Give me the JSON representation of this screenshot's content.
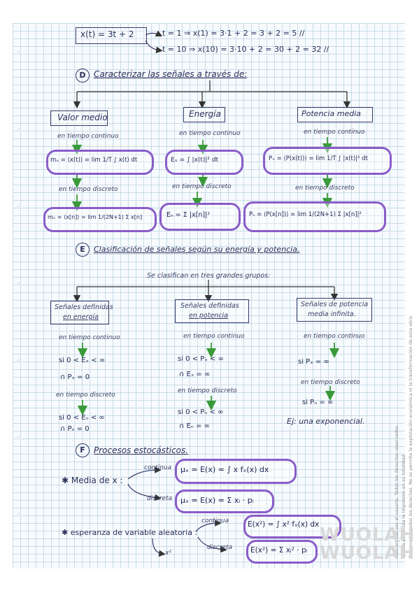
{
  "top": {
    "formula": "x(t) = 3t + 2",
    "case1": "t = 1 ⇒ x(1) = 3·1 + 2 = 3 + 2 = 5 //",
    "case2": "t = 10 ⇒ x(10) = 3·10 + 2 = 30 + 2 = 32 //"
  },
  "sectionD": {
    "letter": "D",
    "title": "Caracterizar las señales a través de:",
    "col1": {
      "label": "Valor medio",
      "cont": "en tiempo continuo",
      "eq_cont": "mₓ = ⟨x(t)⟩ = lim 1/T ∫ x(t) dt",
      "disc": "en tiempo discreto",
      "eq_disc": "mₓ = ⟨x[n]⟩ = lim 1/(2N+1) Σ x[n]"
    },
    "col2": {
      "label": "Energía",
      "cont": "en tiempo continuo",
      "eq_cont": "Eₓ = ∫ |x(t)|² dt",
      "disc": "en tiempo discreto",
      "eq_disc": "Eₙ = Σ |x[n]|²"
    },
    "col3": {
      "label": "Potencia media",
      "cont": "en tiempo continuo",
      "eq_cont": "Pₓ = ⟨P(x(t))⟩ = lim 1/T ∫ |x(t)|² dt",
      "disc": "en tiempo discreto",
      "eq_disc": "Pₙ = ⟨P(x[n])⟩ = lim 1/(2N+1) Σ |x[n]|²"
    }
  },
  "sectionE": {
    "letter": "E",
    "title": "Clasificación de señales según su energía y potencia.",
    "intro": "Se clasifican en tres grandes grupos:",
    "col1": {
      "label1": "Señales definidas",
      "label2": "en energía",
      "cont": "en tiempo continuo",
      "c1": "si 0 < Eₓ < ∞",
      "c2": "∩ Pₓ = 0",
      "disc": "en tiempo discreto",
      "c3": "si 0 < Eₙ < ∞",
      "c4": "∩ Pₙ = 0"
    },
    "col2": {
      "label1": "Señales definidas",
      "label2": "en potencia",
      "cont": "en tiempo continuo",
      "c1": "si 0 < Pₓ < ∞",
      "c2": "∩ Eₓ = ∞",
      "disc": "en tiempo discreto",
      "c3": "si 0 < Pₙ < ∞",
      "c4": "∩ Eₙ = ∞"
    },
    "col3": {
      "label1": "Señales de potencia",
      "label2": "media infinita.",
      "cont": "en tiempo continuo",
      "c1": "si Pₓ = ∞",
      "disc": "en tiempo discreto",
      "c2": "si Pₙ = ∞",
      "example": "Ej: una exponencial."
    }
  },
  "sectionF": {
    "letter": "F",
    "title": "Procesos estocásticos.",
    "media_label": "✱ Media de x :",
    "cont_label": "continua",
    "media_cont": "μₓ = E(x) = ∫ x fₓ(x) dx",
    "disc_label": "discreta",
    "media_disc": "μₓ = E(x) = Σ xᵢ · pᵢ",
    "esp_label": "✱ esperanza de variable aleatoria :",
    "esp_sub": "x²",
    "esp_cont": "E(x²) = ∫ x² fₓ(x) dx",
    "esp_disc": "E(x²) = Σ xᵢ² · pᵢ"
  },
  "watermark": {
    "line1": "Reservados todos los derechos. No se permite la explotación económica ni la transformación de esta obra.",
    "line2": "Queda permitida la impresión en su totalidad.",
    "line3": "Descargado por el usuario. Todos los derechos reservados."
  },
  "logo": {
    "text1": "WUOLAH",
    "text2": "WUOLAH"
  }
}
